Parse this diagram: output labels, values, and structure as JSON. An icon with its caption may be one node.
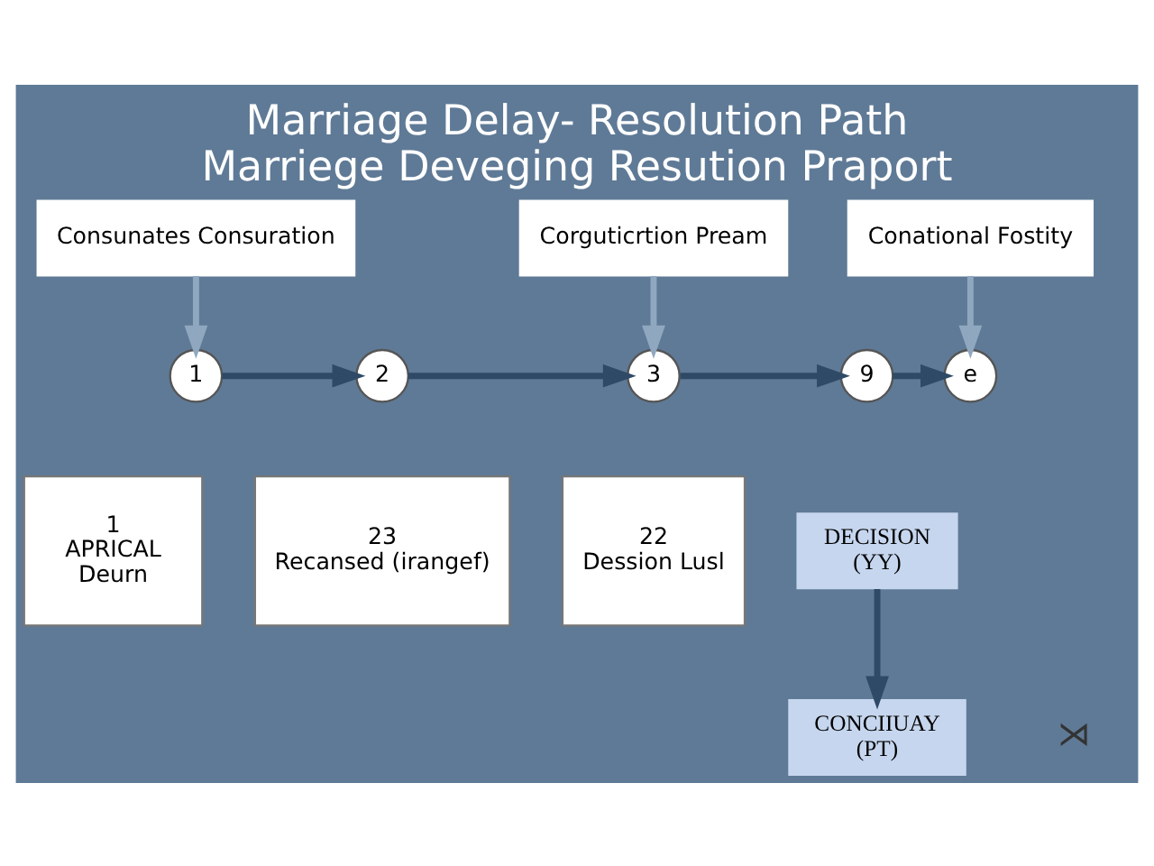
{
  "diagram": {
    "title": "Marriage Delay- Resolution Path",
    "caption": "Marriege Deveging Resution Praport",
    "nodes": [
      {
        "text": [
          "Consunates Consuration"
        ]
      },
      {
        "text": [
          "Corguticrtion Pream"
        ]
      },
      {
        "text": [
          "Conational Fostity"
        ]
      },
      {
        "text": [
          "1"
        ]
      },
      {
        "text": [
          "2"
        ]
      },
      {
        "text": [
          "3"
        ]
      },
      {
        "text": [
          "9"
        ]
      },
      {
        "text": [
          "e"
        ]
      },
      {
        "text": [
          "1",
          "APRICAL",
          "Deurn"
        ]
      },
      {
        "text": [
          "23",
          "Recansed (irangef)"
        ]
      },
      {
        "text": [
          "22",
          "Dession Lusl"
        ]
      },
      {
        "text": [
          "DECISION",
          "(YY)"
        ]
      },
      {
        "text": [
          "CONCIIUAY",
          "(PT)"
        ]
      }
    ],
    "edges": [
      {
        "from": 0,
        "to": 3,
        "arrow": "to",
        "color": "#8fa8c0"
      },
      {
        "from": 1,
        "to": 5,
        "arrow": "to",
        "color": "#8fa8c0"
      },
      {
        "from": 2,
        "to": 7,
        "arrow": "to",
        "color": "#8fa8c0"
      },
      {
        "from": 3,
        "to": 4,
        "arrow": "to"
      },
      {
        "from": 4,
        "to": 5,
        "arrow": "to"
      },
      {
        "from": 5,
        "to": 6,
        "arrow": "to"
      },
      {
        "from": 6,
        "to": 7,
        "arrow": "to"
      },
      {
        "from": 11,
        "to": 12,
        "arrow": "to"
      }
    ],
    "labels": [
      "⋊"
    ]
  }
}
